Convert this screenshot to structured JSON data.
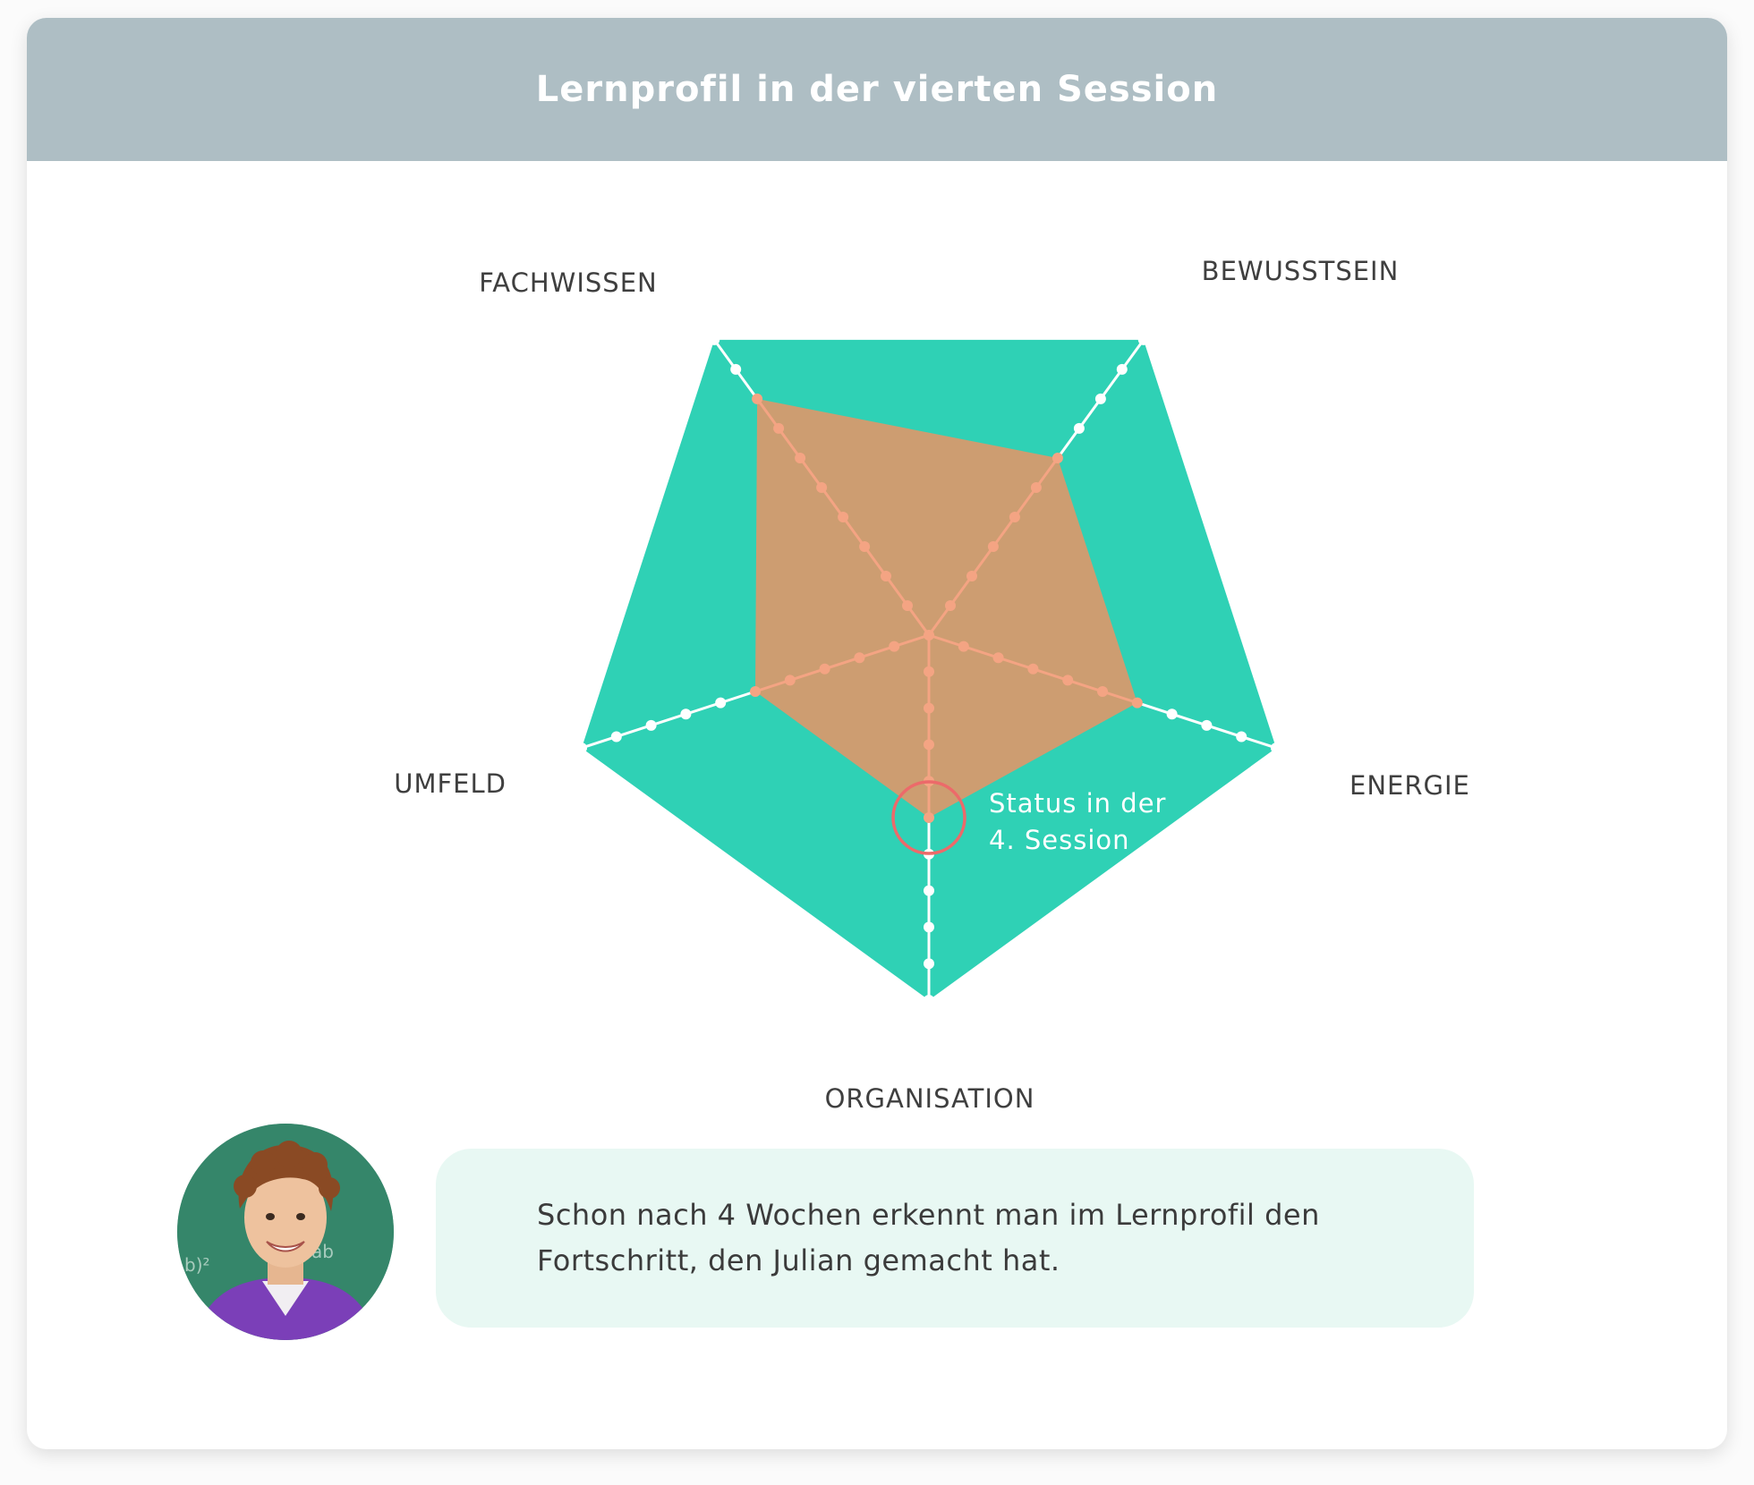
{
  "header": {
    "title": "Lernprofil in der vierten Session"
  },
  "chart_data": {
    "type": "radar",
    "title": "Lernprofil in der vierten Session",
    "axes": [
      "FACHWISSEN",
      "BEWUSSTSEIN",
      "ENERGIE",
      "ORGANISATION",
      "UMFELD"
    ],
    "scale_max": 10,
    "grid": false,
    "series": [
      {
        "values": [
          10,
          10,
          10,
          10,
          10
        ],
        "color": "#2fd1b5"
      },
      {
        "values": [
          8,
          6,
          6,
          5,
          5
        ],
        "color": "#cd9d71"
      }
    ],
    "annotation": {
      "axis": "ORGANISATION",
      "value": 5,
      "lines": [
        "Status in der",
        "4. Session"
      ],
      "ring_color": "#ec6a6a"
    }
  },
  "colors": {
    "header_bg": "#aebec4",
    "max_area": "#2fd1b5",
    "status_area": "#cd9d71",
    "status_axis": "#f4a483",
    "annotation_ring": "#ec6a6a",
    "quote_bg": "#e8f8f3"
  },
  "quote": {
    "text": "Schon nach 4 Wochen erkennt man im Lernprofil den Fortschritt, den Julian gemacht hat."
  },
  "avatar": {
    "icon": "student-portrait"
  }
}
